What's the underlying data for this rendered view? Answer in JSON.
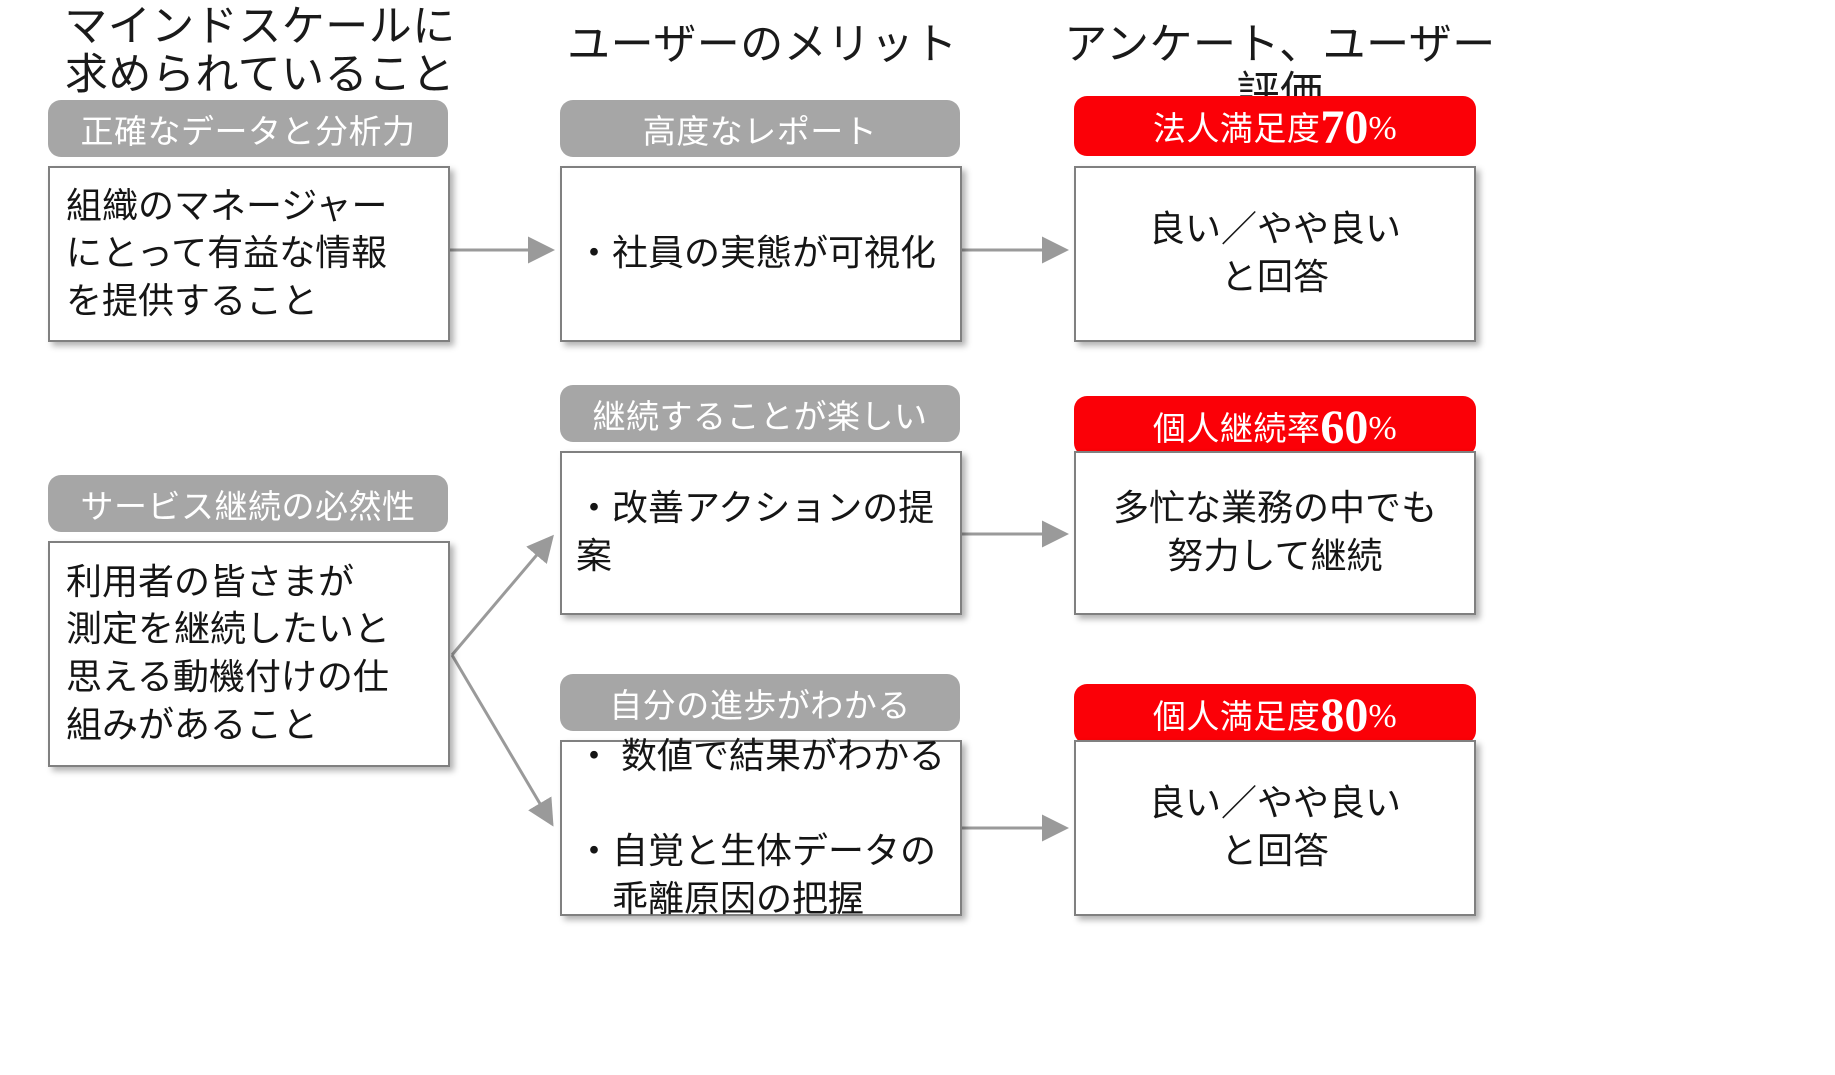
{
  "columns": [
    {
      "id": "col-requirements",
      "title": "マインドスケールに\n求められていること"
    },
    {
      "id": "col-user-merit",
      "title": "ユーザーのメリット"
    },
    {
      "id": "col-survey",
      "title": "アンケート、ユーザー評価"
    }
  ],
  "colors": {
    "grey_pill": "#a6a6a6",
    "red_pill": "#fb0007",
    "box_border": "#808080",
    "text": "#151515",
    "connector": "#9a9a9a"
  },
  "left_column": {
    "items": [
      {
        "pill": "正確なデータと分析力",
        "body": "組織のマネージャー\nにとって有益な情報\nを提供すること"
      },
      {
        "pill": "サービス継続の必然性",
        "body": "利用者の皆さまが\n測定を継続したいと\n思える動機付けの仕\n組みがあること"
      }
    ]
  },
  "middle_column": {
    "items": [
      {
        "pill": "高度なレポート",
        "bullets": [
          "・社員の実態が可視化"
        ]
      },
      {
        "pill": "継続することが楽しい",
        "bullets": [
          "・改善アクションの提案"
        ]
      },
      {
        "pill": "自分の進歩がわかる",
        "bullets": [
          "・ 数値で結果がわかる",
          "・自覚と生体データの\n　乖離原因の把握"
        ]
      }
    ]
  },
  "right_column": {
    "items": [
      {
        "pill_label": "法人満足度",
        "pill_value": "70",
        "pill_unit": "%",
        "body": "良い／やや良い\nと回答"
      },
      {
        "pill_label": "個人継続率",
        "pill_value": "60",
        "pill_unit": "%",
        "body": "多忙な業務の中でも\n努力して継続"
      },
      {
        "pill_label": "個人満足度",
        "pill_value": "80",
        "pill_unit": "%",
        "body": "良い／やや良い\nと回答"
      }
    ]
  },
  "connectors": [
    {
      "name": "arrow-req1-to-merit1",
      "from": "left-box-1",
      "to": "middle-box-1"
    },
    {
      "name": "arrow-merit1-to-survey1",
      "from": "middle-box-1",
      "to": "right-box-1"
    },
    {
      "name": "arrow-req2-to-merit2",
      "from": "left-box-2",
      "to": "middle-box-2"
    },
    {
      "name": "arrow-req2-to-merit3",
      "from": "left-box-2",
      "to": "middle-box-3"
    },
    {
      "name": "arrow-merit2-to-survey2",
      "from": "middle-box-2",
      "to": "right-box-2"
    },
    {
      "name": "arrow-merit3-to-survey3",
      "from": "middle-box-3",
      "to": "right-box-3"
    }
  ]
}
